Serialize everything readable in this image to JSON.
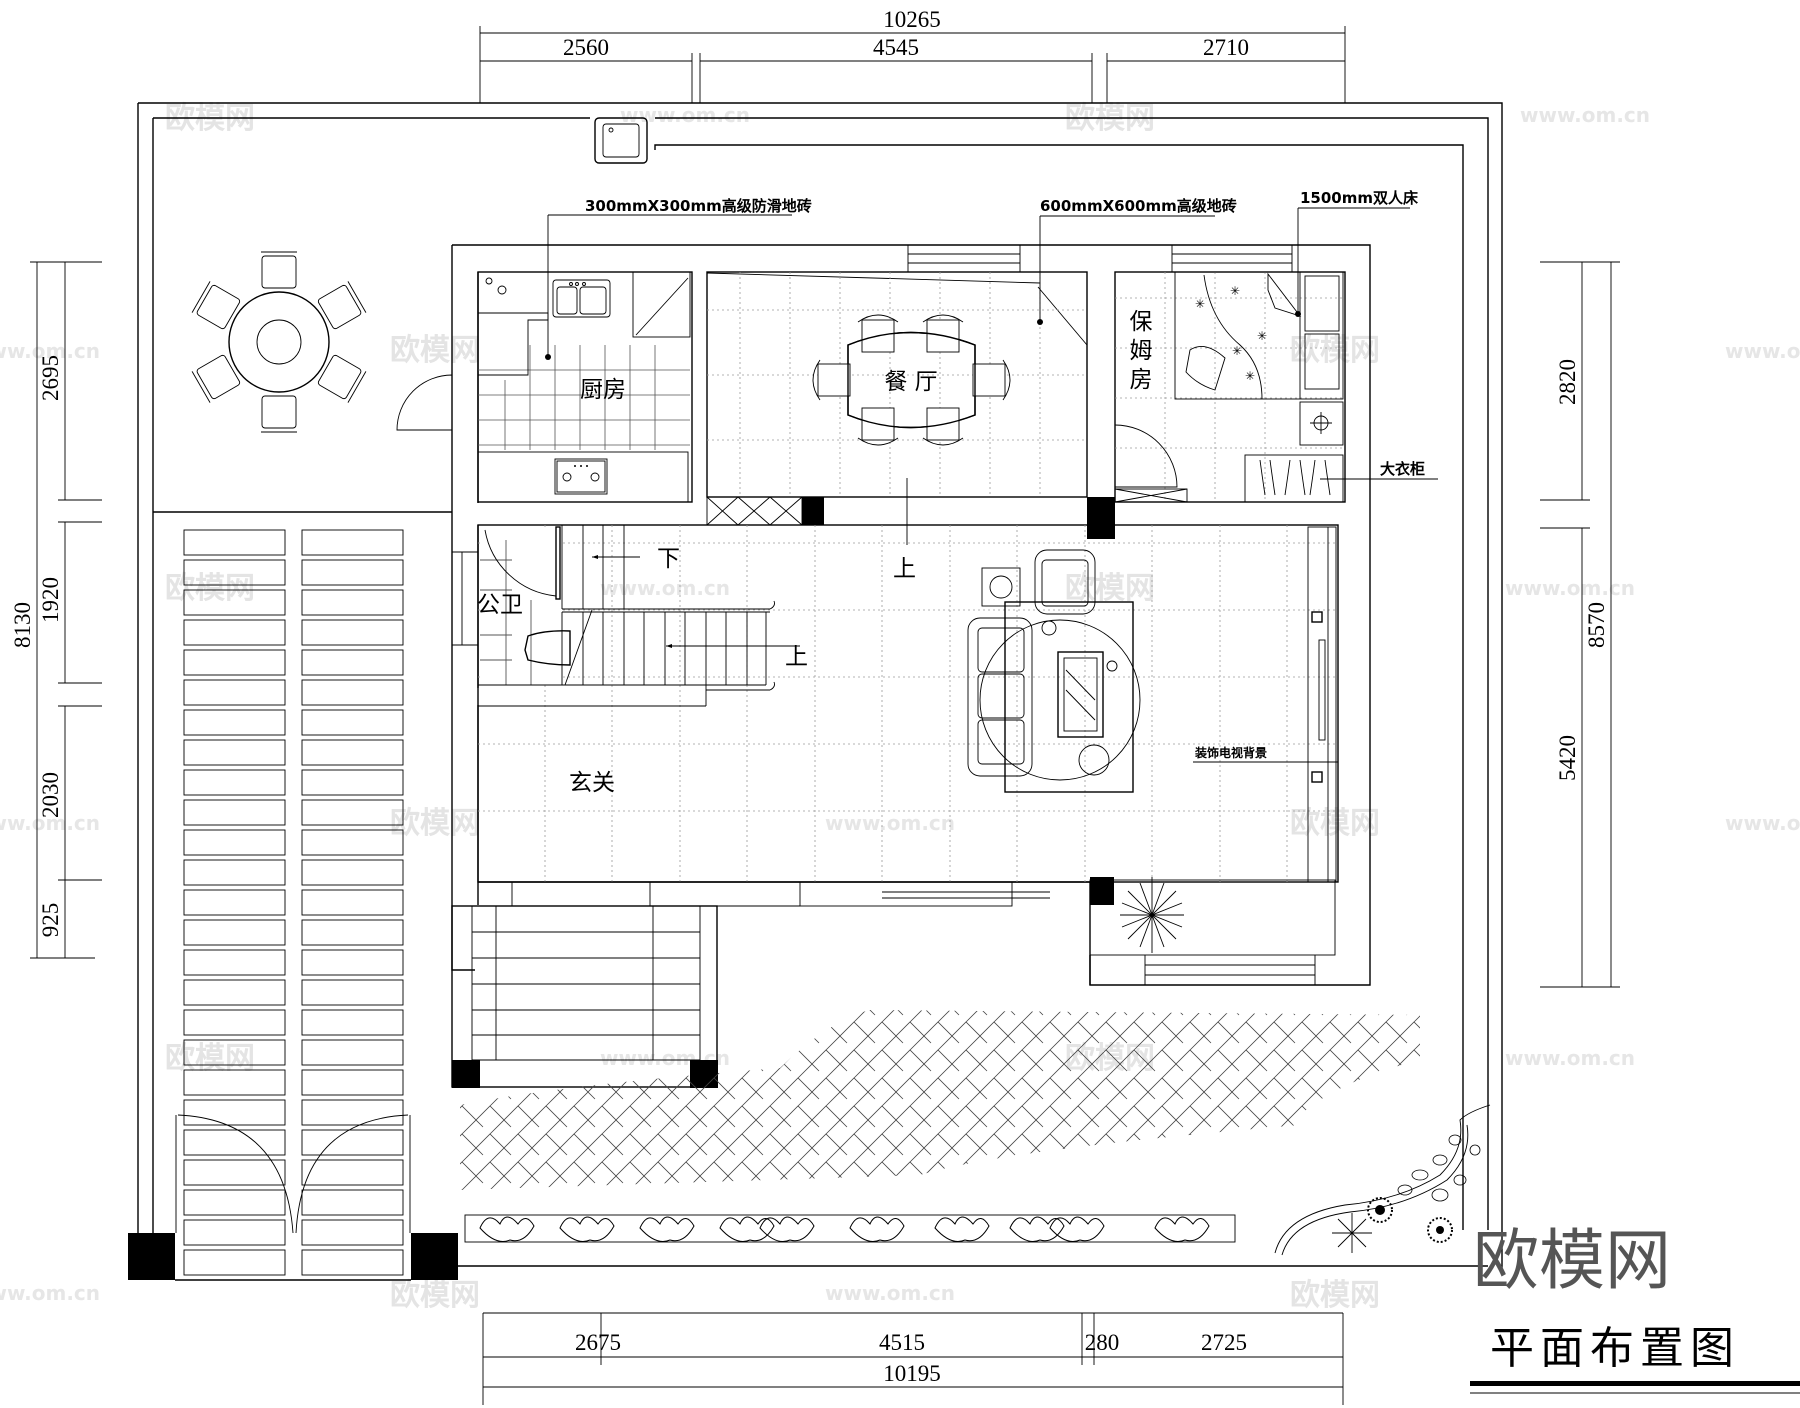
{
  "drawing": {
    "title": "平面布置图",
    "brand_watermark": "欧模网",
    "watermark_text": "欧模网",
    "watermark_url": "www.om.cn"
  },
  "dimensions": {
    "top": {
      "total": "10265",
      "segments": [
        "2560",
        "4545",
        "2710"
      ]
    },
    "bottom": {
      "total": "10195",
      "segments": [
        "2675",
        "4515",
        "280",
        "2725"
      ]
    },
    "left": {
      "total": "8130",
      "segments": [
        "2695",
        "1920",
        "2030",
        "925"
      ]
    },
    "right": {
      "total": "8570",
      "segments": [
        "2820",
        "5420"
      ]
    }
  },
  "rooms": {
    "kitchen": "厨房",
    "dining": "餐 厅",
    "nanny_room_1": "保",
    "nanny_room_2": "姆",
    "nanny_room_3": "房",
    "public_bath": "公卫",
    "foyer": "玄关"
  },
  "stairs": {
    "down": "下",
    "up_main": "上",
    "up_stair": "上"
  },
  "annotations": {
    "kitchen_tile": "300mmX300mm高级防滑地砖",
    "floor_tile": "600mmX600mm高级地砖",
    "double_bed": "1500mm双人床",
    "wardrobe": "大衣柜",
    "tv_wall": "装饰电视背景"
  }
}
